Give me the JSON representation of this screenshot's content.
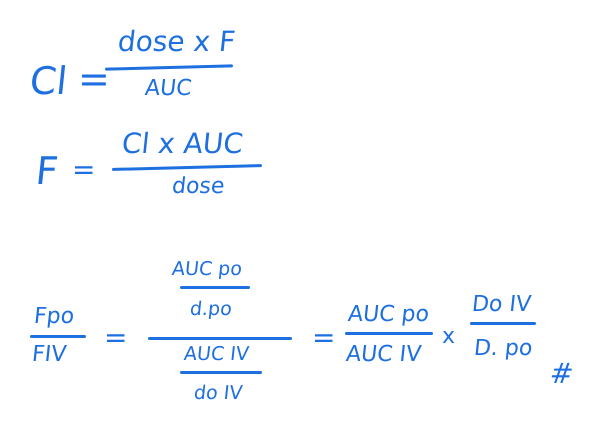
{
  "ink_color": "#1e6fe0",
  "eq1": {
    "lhs": "Cl",
    "equals": "=",
    "numerator": "dose x F",
    "denominator": "AUC"
  },
  "eq2": {
    "lhs": "F",
    "equals": "=",
    "numerator": "Cl x AUC",
    "denominator": "dose"
  },
  "eq3": {
    "lhs_num": "Fpo",
    "lhs_den": "FIV",
    "equals1": "=",
    "big_top_num": "AUC po",
    "big_top_den": "d.po",
    "big_bot_num": "AUC IV",
    "big_bot_den": "do IV",
    "equals2": "=",
    "r1_num": "AUC po",
    "r1_den": "AUC IV",
    "times": "x",
    "r2_num": "Do IV",
    "r2_den": "D. po",
    "end_mark": "#"
  }
}
